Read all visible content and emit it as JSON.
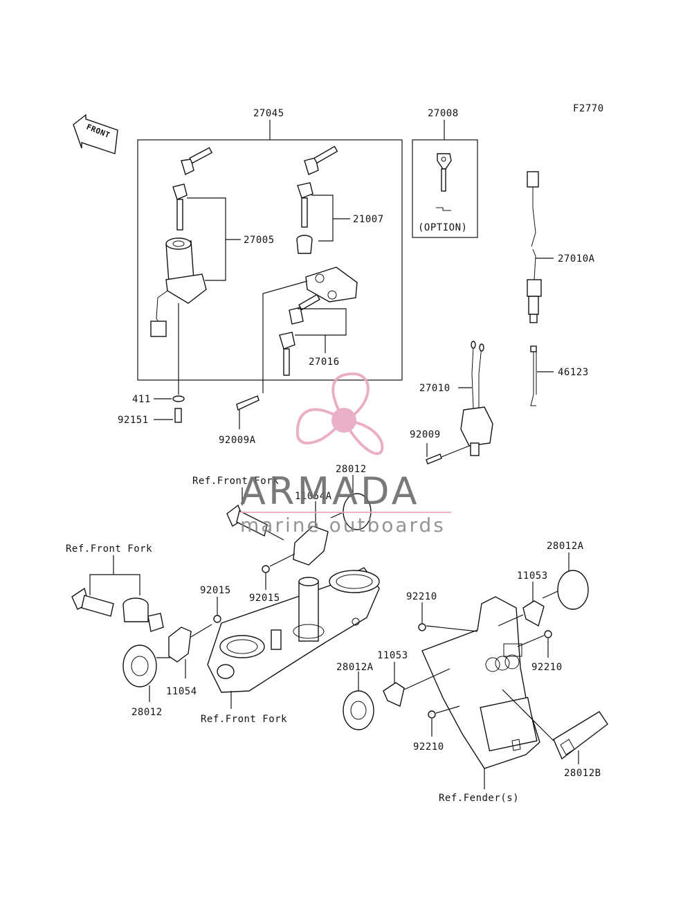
{
  "figure_code": "F2770",
  "front_arrow": {
    "label": "FRONT"
  },
  "option_label": "(OPTION)",
  "labels": {
    "p27045": "27045",
    "p27008": "27008",
    "p27005": "27005",
    "p21007": "21007",
    "p27010A": "27010A",
    "p27016": "27016",
    "p46123": "46123",
    "p27010": "27010",
    "p411": "411",
    "p92151": "92151",
    "p92009A": "92009A",
    "p92009": "92009",
    "p28012_top": "28012",
    "p11054A": "11054A",
    "ref_front_fork_1": "Ref.Front Fork",
    "ref_front_fork_2": "Ref.Front Fork",
    "ref_front_fork_3": "Ref.Front Fork",
    "p92015_a": "92015",
    "p92015_b": "92015",
    "p28012A_top": "28012A",
    "p11053_top": "11053",
    "p92210_a": "92210",
    "p92210_b": "92210",
    "p11053_b": "11053",
    "p28012A_b": "28012A",
    "p11054": "11054",
    "p28012_bottom": "28012",
    "p92210_c": "92210",
    "p28012B": "28012B",
    "ref_fender": "Ref.Fender(s)"
  },
  "watermark": {
    "brand": "ARMADA",
    "tagline": "marine outboards",
    "logo_color": "#e8a6c2",
    "rule_color": "#e8a6c2"
  }
}
